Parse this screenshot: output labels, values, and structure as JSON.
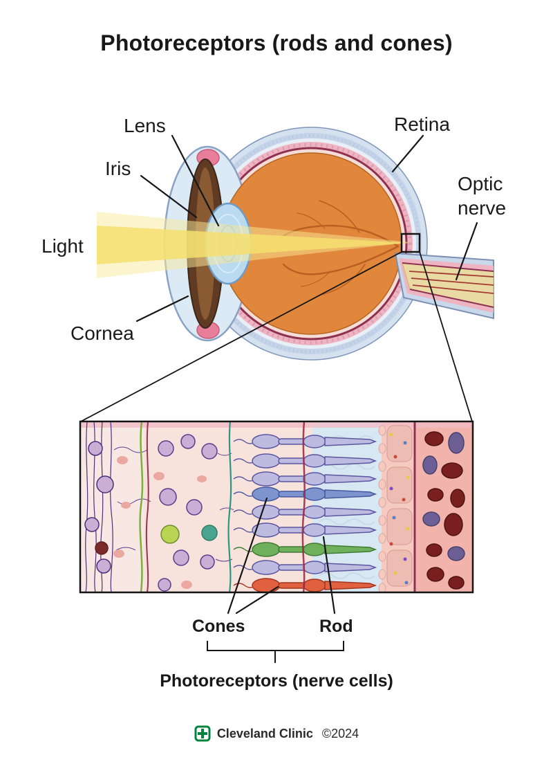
{
  "title": "Photoreceptors (rods and cones)",
  "diagram": {
    "labels": {
      "lens": "Lens",
      "iris": "Iris",
      "light": "Light",
      "cornea": "Cornea",
      "retina": "Retina",
      "optic_nerve": "Optic nerve",
      "cones": "Cones",
      "rod": "Rod",
      "photoreceptors": "Photoreceptors (nerve cells)"
    }
  },
  "footer": {
    "brand": "Cleveland Clinic",
    "copyright": "©2024",
    "logo_icon": "cleveland-clinic-cross-logo"
  },
  "colors": {
    "light_beam": "#f5df6e",
    "beam_glow": "#f9ea9a",
    "vitreous_orange": "#e0873b",
    "sclera_blue": "#c4d3e8",
    "choroid_pink": "#eeb4c2",
    "retina_maroon": "#8e3050",
    "lens_blue": "#badaf0",
    "iris_brown": "#5f3b24",
    "cone_blue": "#7d94cf",
    "cone_green": "#6fb05c",
    "cone_red": "#e0603f",
    "rod_lavender": "#bdbbe0",
    "blood_cell_red": "#7a1f1f",
    "blood_cell_purple": "#6b5f96",
    "logo_green": "#00843d"
  }
}
